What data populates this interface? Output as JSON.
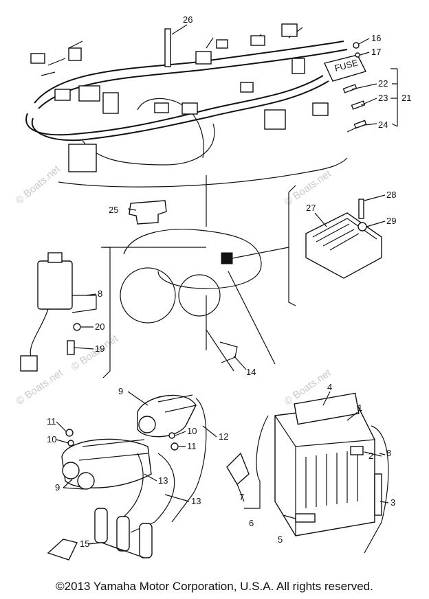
{
  "watermark": "© Boats.net",
  "copyright": "©2013 Yamaha Motor Corporation, U.S.A. All rights reserved.",
  "fuse_text": "FUSE",
  "callouts": {
    "c1": "1",
    "c2": "2",
    "c3": "3",
    "c4": "4",
    "c5": "5",
    "c6": "6",
    "c7": "7",
    "c8a": "8",
    "c8b": "8",
    "c9a": "9",
    "c9b": "9",
    "c10a": "10",
    "c10b": "10",
    "c11a": "11",
    "c11b": "11",
    "c12": "12",
    "c13a": "13",
    "c13b": "13",
    "c14": "14",
    "c15": "15",
    "c16": "16",
    "c17": "17",
    "c19": "19",
    "c20": "20",
    "c21": "21",
    "c22": "22",
    "c23": "23",
    "c24": "24",
    "c25": "25",
    "c26": "26",
    "c27": "27",
    "c28": "28",
    "c29": "29"
  }
}
